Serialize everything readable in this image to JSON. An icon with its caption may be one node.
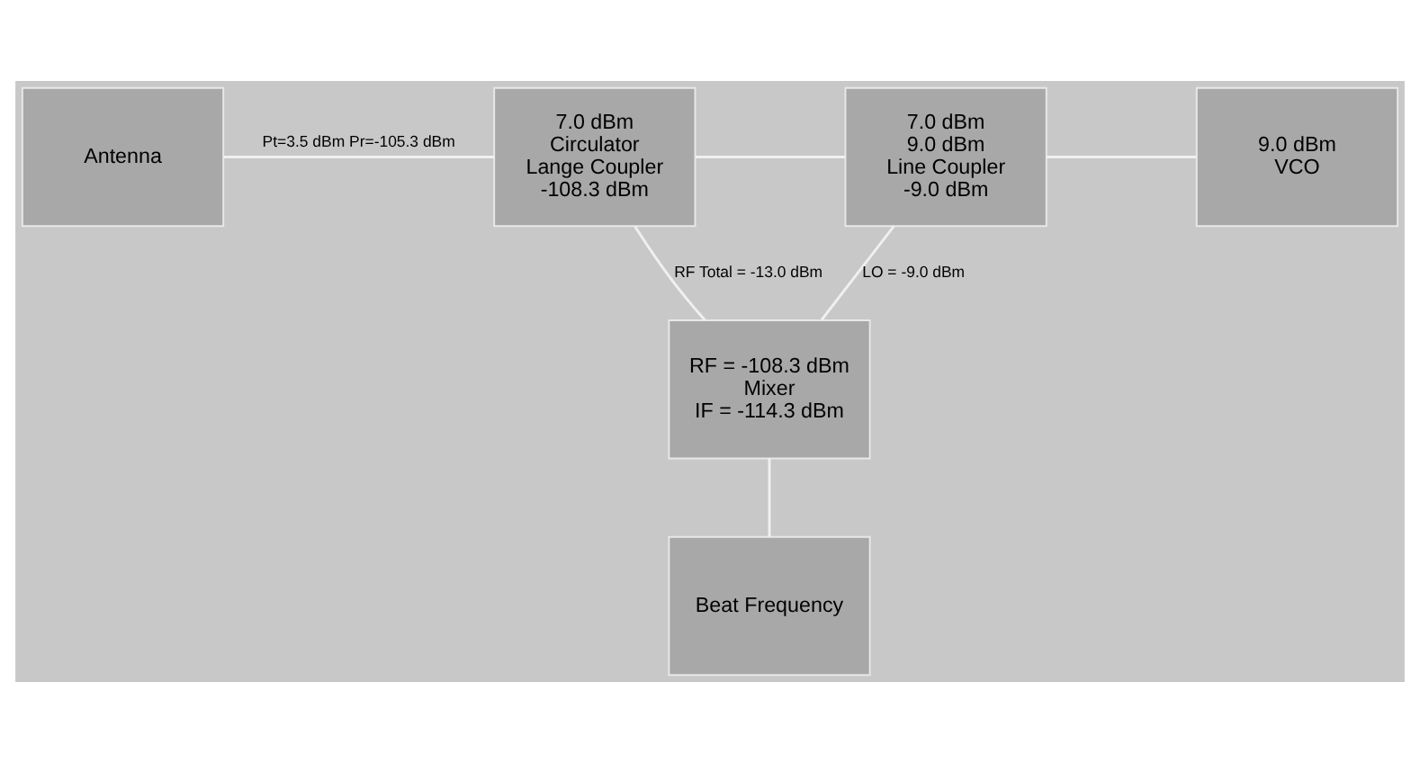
{
  "diagram": {
    "nodes": [
      {
        "text": [
          "Antenna"
        ]
      },
      {
        "text": [
          "7.0 dBm",
          "Circulator",
          "Lange Coupler",
          "-108.3 dBm"
        ]
      },
      {
        "text": [
          "7.0 dBm",
          "9.0 dBm",
          "Line Coupler",
          "-9.0 dBm"
        ]
      },
      {
        "text": [
          "9.0 dBm",
          "VCO"
        ]
      },
      {
        "text": [
          "RF = -108.3 dBm",
          "Mixer",
          "IF = -114.3 dBm"
        ]
      },
      {
        "text": [
          "Beat Frequency"
        ]
      }
    ],
    "edges": [
      {
        "from": 0,
        "to": 1,
        "arrow": "none",
        "label": "Pt=3.5 dBm Pr=-105.3 dBm"
      },
      {
        "from": 1,
        "to": 2,
        "arrow": "none"
      },
      {
        "from": 2,
        "to": 3,
        "arrow": "none"
      },
      {
        "from": 1,
        "to": 4,
        "arrow": "none",
        "label": "RF Total = -13.0 dBm"
      },
      {
        "from": 2,
        "to": 4,
        "arrow": "none",
        "label": "LO = -9.0 dBm"
      },
      {
        "from": 4,
        "to": 5,
        "arrow": "none"
      }
    ]
  }
}
